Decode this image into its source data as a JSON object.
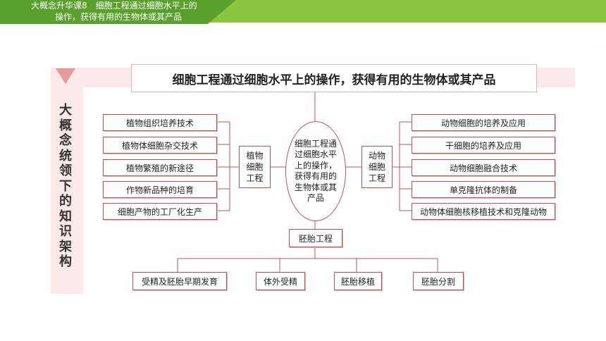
{
  "header": {
    "line1": "大概念升华课8　细胞工程通过细胞水平上的",
    "line2": "操作，获得有用的生物体或其产品"
  },
  "side_title": "大概念统领下的知识架构",
  "diagram": {
    "main_title": "细胞工程通过细胞水平上的操作，获得有用的生物体或其产品",
    "center": "细胞工程通过细胞水平上的操作，获得有用的生物体或其产品",
    "plant": {
      "label": "植物细胞工程",
      "items": [
        "植物组织培养技术",
        "植物体细胞杂交技术",
        "植物繁殖的新途径",
        "作物新品种的培育",
        "细胞产物的工厂化生产"
      ]
    },
    "animal": {
      "label": "动物细胞工程",
      "items": [
        "动物细胞的培养及应用",
        "干细胞的培养及应用",
        "动物细胞融合技术",
        "单克隆抗体的制备",
        "动物体细胞核移植技术和克隆动物"
      ]
    },
    "embryo": {
      "label": "胚胎工程",
      "items": [
        "受精及胚胎早期发育",
        "体外受精",
        "胚胎移植",
        "胚胎分割"
      ]
    }
  }
}
